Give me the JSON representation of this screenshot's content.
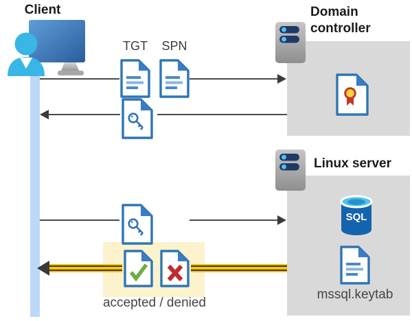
{
  "diagram": {
    "client": {
      "label": "Client"
    },
    "messages": {
      "tgt_label": "TGT",
      "spn_label": "SPN",
      "result_label": "accepted / denied"
    },
    "domain_controller": {
      "label": "Domain controller"
    },
    "linux_server": {
      "label": "Linux server",
      "sql_label": "SQL",
      "keytab_label": "mssql.keytab"
    }
  },
  "icons": {
    "client": "person-at-monitor-icon",
    "domain_controller": "server-icon",
    "linux_server": "server-icon",
    "tgt": "document-icon",
    "spn": "document-icon",
    "ticket": "key-document-icon",
    "certificate": "certificate-document-icon",
    "database": "sql-database-icon",
    "keytab": "document-icon",
    "accepted": "check-document-icon",
    "denied": "cross-document-icon"
  },
  "colors": {
    "doc_blue": "#2e75b6",
    "doc_fold_blue": "#3b7cc4",
    "accent_yellow": "#fcc300",
    "highlight_cream": "#fcf2cc",
    "panel_gray": "#d9d9d9",
    "arrow_gray": "#3b3b3b",
    "person_cyan": "#38b6e6",
    "lifeline_blue": "#bcd8f5",
    "check_green": "#6cae43",
    "cross_red": "#bf2b30",
    "server_pill_navy": "#203a66",
    "sql_body_blue": "#1463ae"
  }
}
